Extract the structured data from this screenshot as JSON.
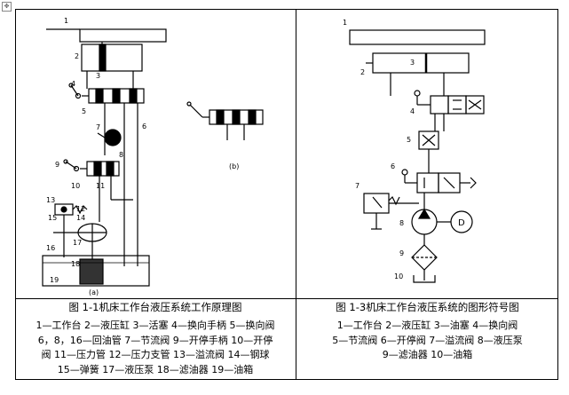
{
  "left": {
    "caption": "图 1-1机床工作台液压系统工作原理图",
    "legend_lines": [
      "1—工作台 2—液压缸 3—活塞 4—换向手柄 5—换向阀",
      "6，8，16—回油管 7—节流阀 9—开停手柄 10—开停",
      "阀   11—压力管 12—压力支管 13—溢流阀 14—钢球",
      "15—弹簧 17—液压泵 18—滤油器 19—油箱"
    ],
    "sub_a": "(a)",
    "sub_b": "(b)",
    "part_labels": [
      "1",
      "2",
      "3",
      "4",
      "5",
      "6",
      "7",
      "8",
      "9",
      "10",
      "11",
      "12",
      "13",
      "14",
      "15",
      "16",
      "17",
      "18",
      "19"
    ]
  },
  "right": {
    "caption": "图 1-3机床工作台液压系统的图形符号图",
    "legend_lines": [
      "1—工作台 2—液压缸 3—油塞 4—换向阀",
      "5—节流阀 6—开停阀 7—溢流阀 8—液压泵",
      "9—滤油器 10—油箱"
    ],
    "part_labels": [
      "1",
      "2",
      "3",
      "4",
      "5",
      "6",
      "7",
      "8",
      "9",
      "10"
    ],
    "motor_letter": "D"
  },
  "handle_glyph": "✥"
}
